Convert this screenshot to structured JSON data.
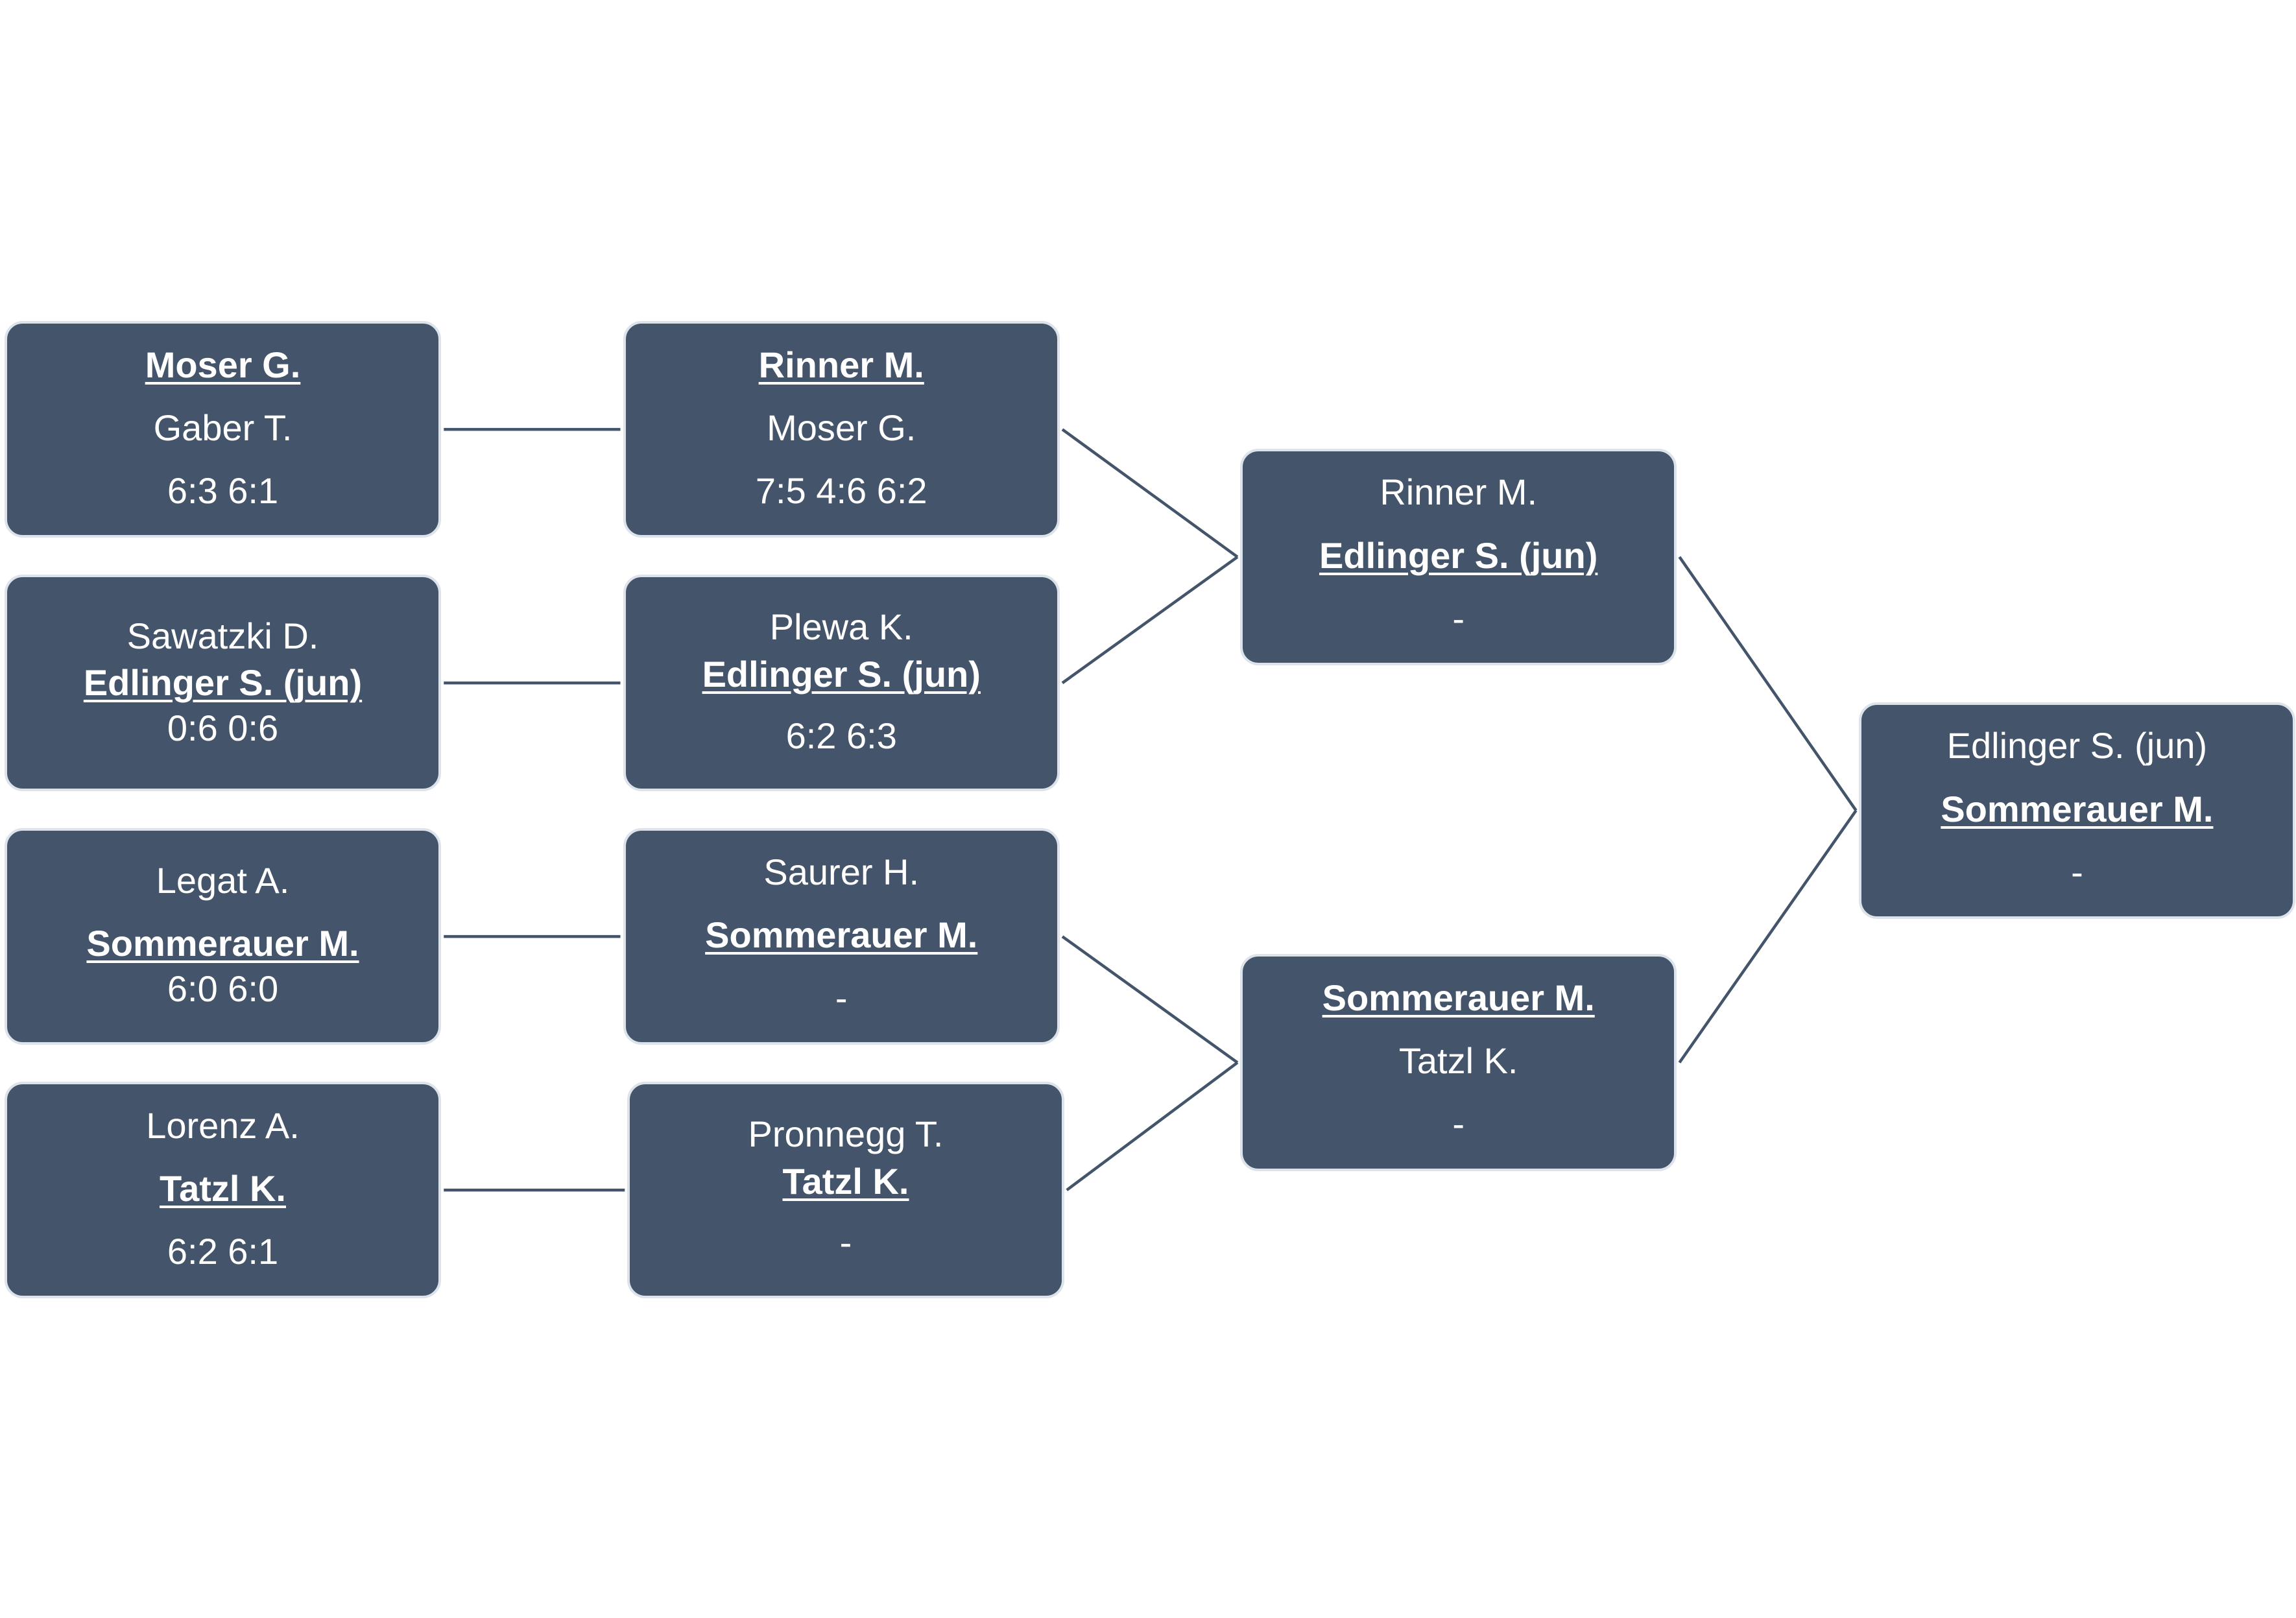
{
  "colors": {
    "box_fill": "#44546a",
    "box_border": "#dde3ea",
    "text": "#ffffff",
    "connector": "#44546a"
  },
  "rounds": [
    {
      "matches": [
        {
          "player1": "Moser G.",
          "player2": "Gaber T.",
          "score": "6:3 6:1",
          "winner": 1
        },
        {
          "player1": "Sawatzki D.",
          "player2": "Edlinger S. (jun)",
          "score": "0:6 0:6",
          "winner": 2
        },
        {
          "player1": "Legat A.",
          "player2": "Sommerauer M.",
          "score": "6:0 6:0",
          "winner": 2
        },
        {
          "player1": "Lorenz A.",
          "player2": "Tatzl K.",
          "score": "6:2 6:1",
          "winner": 2
        }
      ]
    },
    {
      "matches": [
        {
          "player1": "Rinner M.",
          "player2": "Moser G.",
          "score": "7:5 4:6 6:2",
          "winner": 1
        },
        {
          "player1": "Plewa K.",
          "player2": "Edlinger S. (jun)",
          "score": "6:2 6:3",
          "winner": 2
        },
        {
          "player1": "Saurer H.",
          "player2": "Sommerauer M.",
          "score": "-",
          "winner": 2
        },
        {
          "player1": "Pronnegg T.",
          "player2": "Tatzl K.",
          "score": "-",
          "winner": 2
        }
      ]
    },
    {
      "matches": [
        {
          "player1": "Rinner M.",
          "player2": "Edlinger S. (jun)",
          "score": "-",
          "winner": 2
        },
        {
          "player1": "Sommerauer M.",
          "player2": "Tatzl K.",
          "score": "-",
          "winner": 1
        }
      ]
    },
    {
      "matches": [
        {
          "player1": "Edlinger S. (jun)",
          "player2": "Sommerauer M.",
          "score": "-",
          "winner": 2
        }
      ]
    }
  ]
}
